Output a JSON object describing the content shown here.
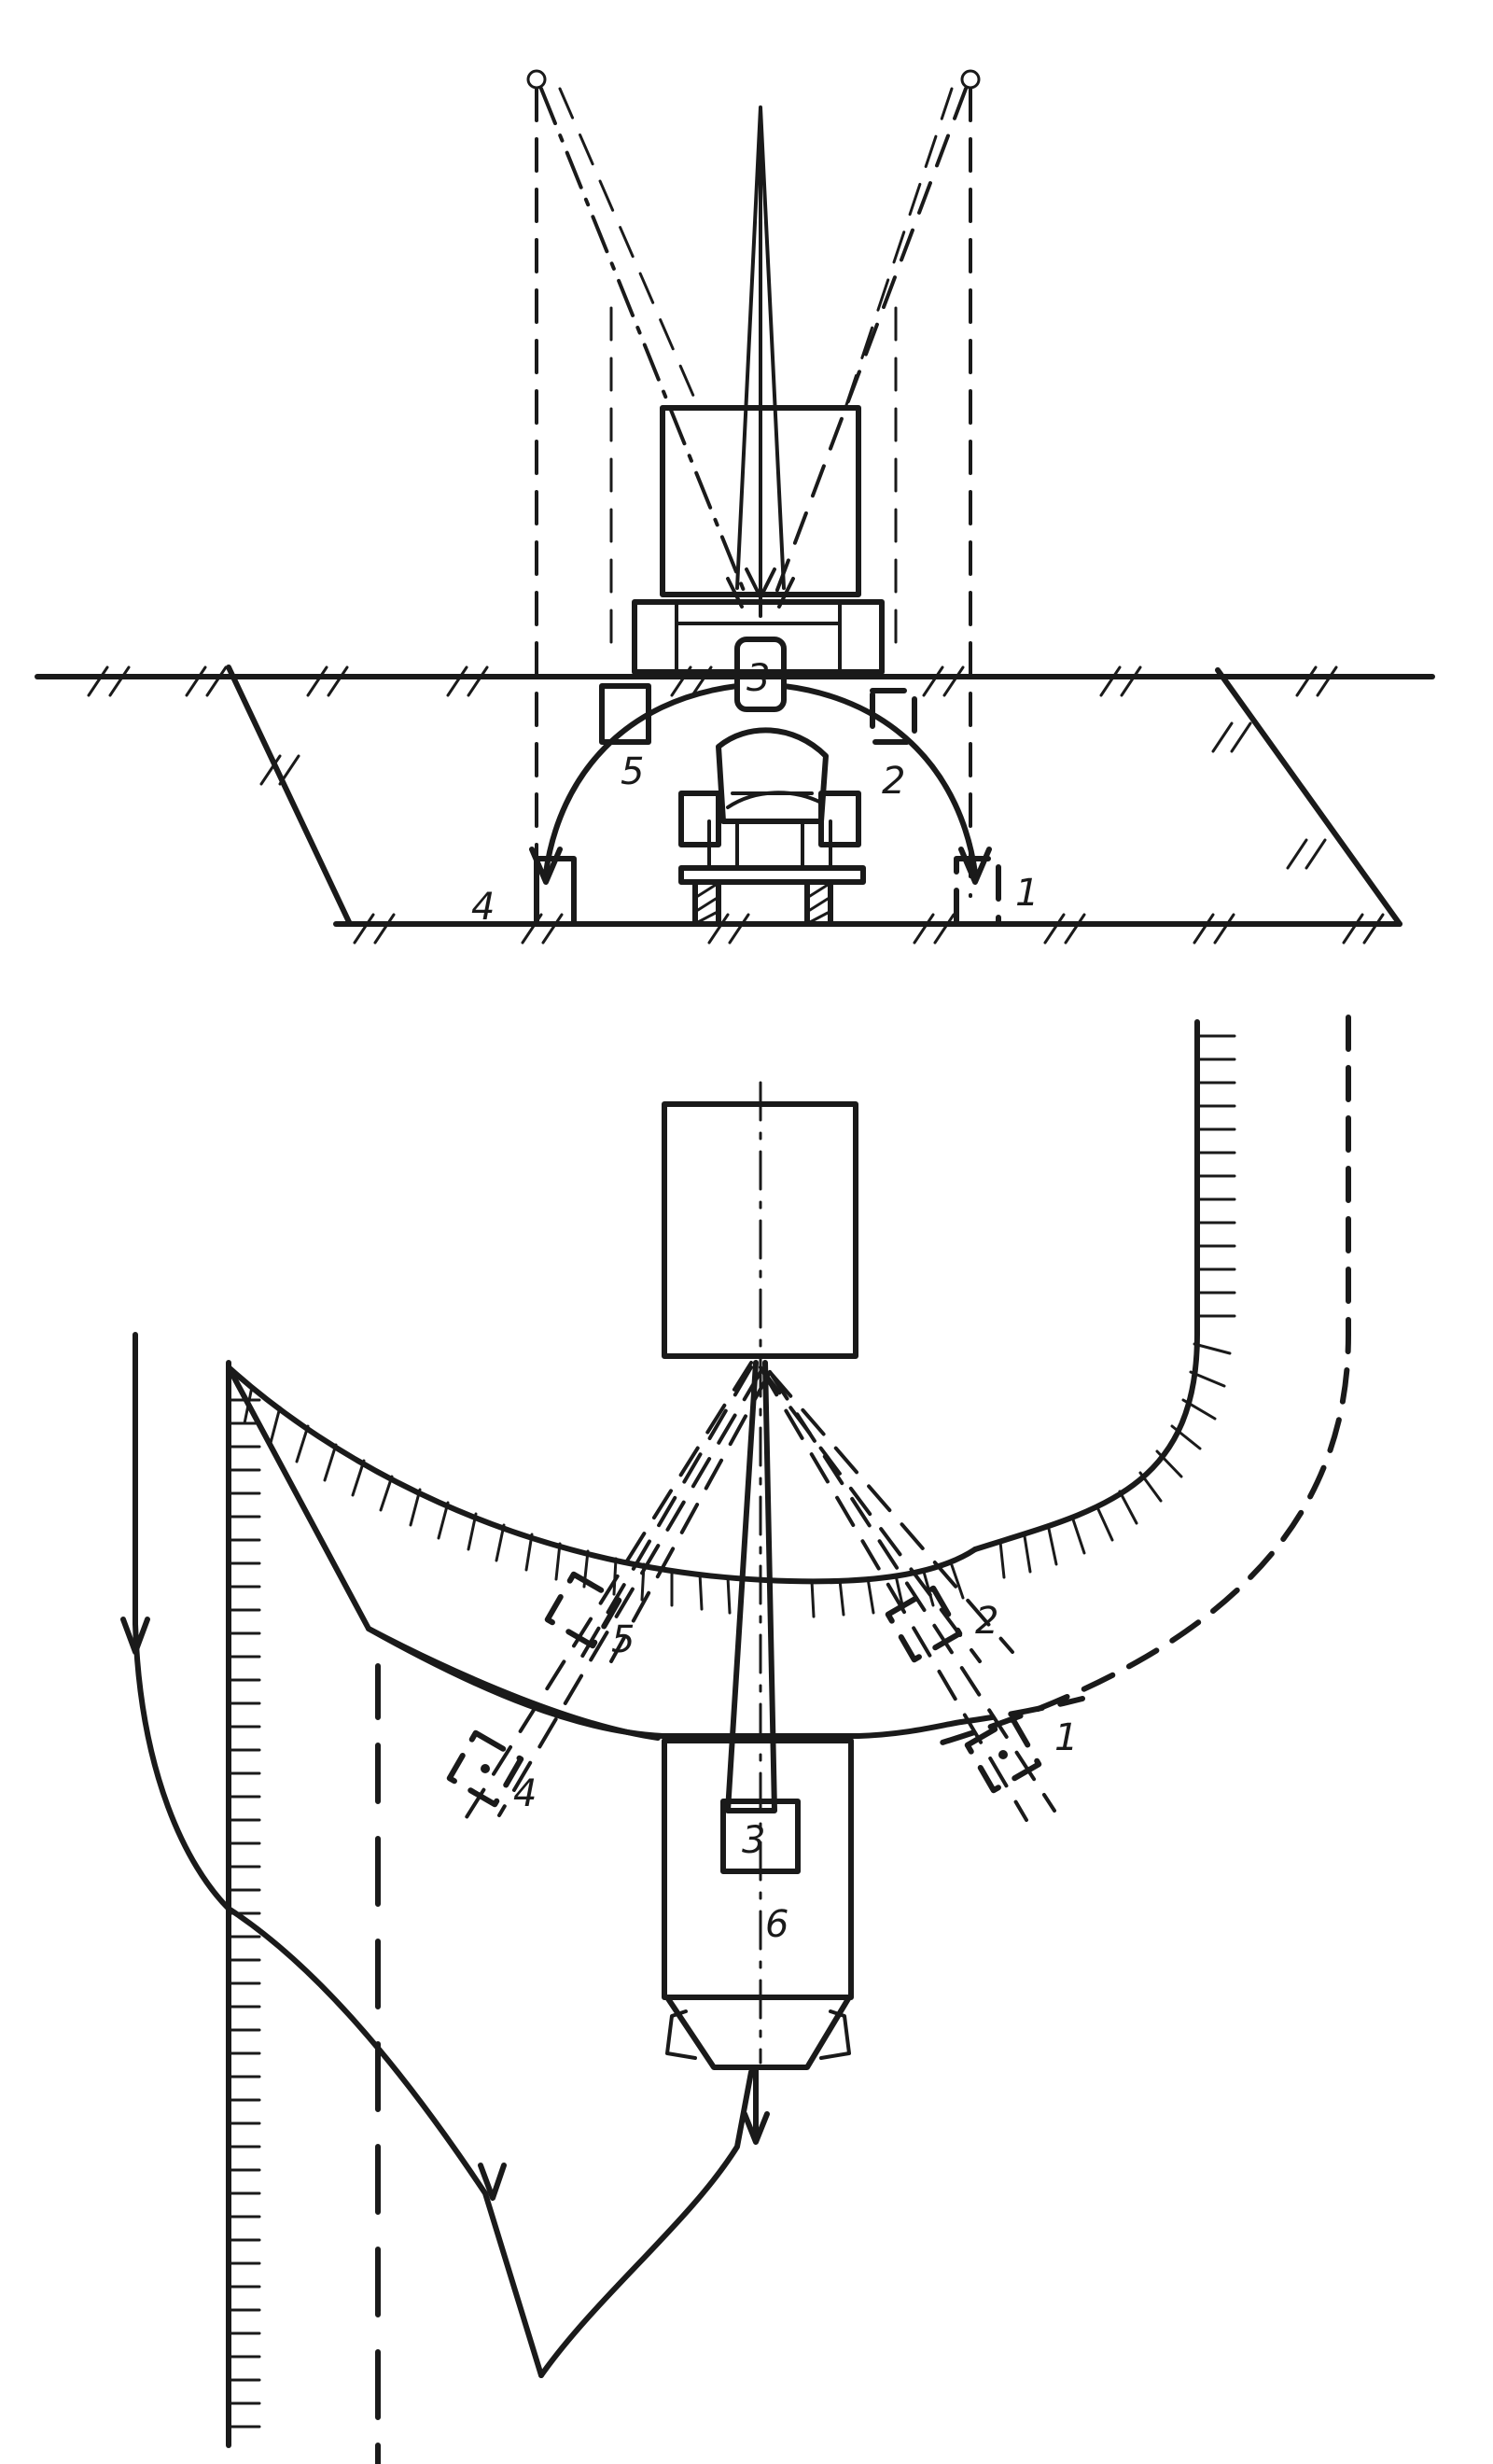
{
  "diagram": {
    "top_view": {
      "labels": {
        "pos_1": "1",
        "pos_2": "2",
        "pos_3": "3",
        "pos_4": "4",
        "pos_5": "5"
      }
    },
    "plan_view": {
      "labels": {
        "pos_1": "1",
        "pos_2": "2",
        "pos_3": "3",
        "pos_4": "4",
        "pos_5": "5",
        "pos_6": "6"
      }
    }
  }
}
